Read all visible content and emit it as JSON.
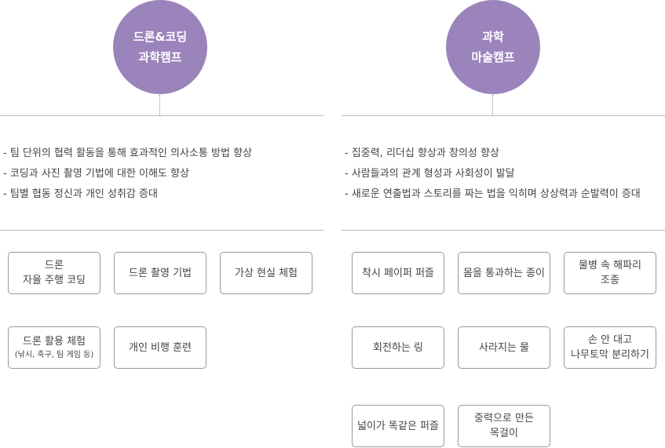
{
  "camps": [
    {
      "title": [
        "드론&코딩",
        "과학캠프"
      ],
      "goals": [
        "- 팀 단위의 협력 활동을 통해 효과적인 의사소통 방법 향상",
        "- 코딩과 사진 촬영 기법에 대한 이해도 향상",
        "- 팀별 협동 정신과 개인 성취감 증대"
      ],
      "programs": [
        [
          "드론",
          "자율 주행 코딩"
        ],
        [
          "드론 촬영 기법"
        ],
        [
          "가상 현실 체험"
        ],
        [
          "드론 활용 체험",
          "(낚시, 축구, 팀 게임 등)"
        ],
        [
          "개인 비행 훈련"
        ]
      ]
    },
    {
      "title": [
        "과학",
        "마술캠프"
      ],
      "goals": [
        "- 집중력, 리더십 향상과 창의성 향상",
        "- 사람들과의 관계 형성과 사회성이 발달",
        "- 새로운 연출법과 스토리를 짜는 법을 익히며 상상력과 순발력이 증대"
      ],
      "programs": [
        [
          "착시 페이퍼 퍼즐"
        ],
        [
          "몸을 통과하는 종이"
        ],
        [
          "물병 속 해파리",
          "조종"
        ],
        [
          "회전하는 링"
        ],
        [
          "사라지는 물"
        ],
        [
          "손 안 대고",
          "나무토막 분리하기"
        ],
        [
          "넓이가 똑같은 퍼즐"
        ],
        [
          "중력으로 만든",
          "목걸이"
        ]
      ]
    }
  ]
}
